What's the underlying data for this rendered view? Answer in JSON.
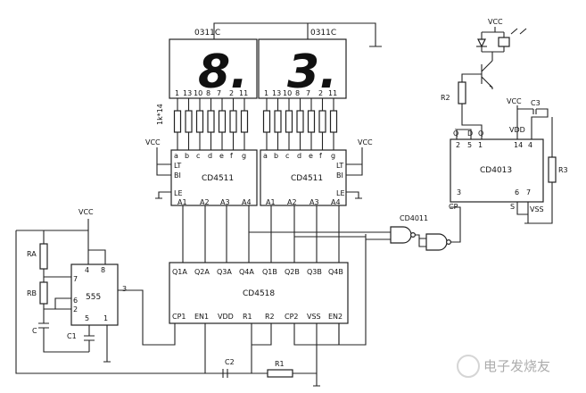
{
  "display_left": {
    "label": "0311C",
    "digit": "8."
  },
  "display_right": {
    "label": "0311C",
    "digit": "3."
  },
  "display_pins": [
    "1",
    "13",
    "10",
    "8",
    "7",
    "2",
    "11"
  ],
  "resistor_array": "1k*14",
  "cd4511_left": {
    "name": "CD4511",
    "pins_top": [
      "a",
      "b",
      "c",
      "d",
      "e",
      "f",
      "g"
    ],
    "pins_side": [
      "LT",
      "BI",
      "LE"
    ],
    "pins_bottom": [
      "A1",
      "A2",
      "A3",
      "A4"
    ],
    "vcc": "VCC"
  },
  "cd4511_right": {
    "name": "CD4511",
    "pins_top": [
      "a",
      "b",
      "c",
      "d",
      "e",
      "f",
      "g"
    ],
    "pins_side": [
      "LT",
      "BI",
      "LE"
    ],
    "pins_bottom": [
      "A1",
      "A2",
      "A3",
      "A4"
    ],
    "vcc": "VCC"
  },
  "cd4518": {
    "name": "CD4518",
    "pins_top": [
      "Q1A",
      "Q2A",
      "Q3A",
      "Q4A",
      "Q1B",
      "Q2B",
      "Q3B",
      "Q4B"
    ],
    "pins_bottom": [
      "CP1",
      "EN1",
      "VDD",
      "R1",
      "R2",
      "CP2",
      "VSS",
      "EN2"
    ]
  },
  "timer555": {
    "name": "555",
    "pins": [
      "4",
      "8",
      "7",
      "6",
      "2",
      "3",
      "5",
      "1"
    ],
    "vcc": "VCC",
    "components": [
      "RA",
      "RB",
      "C",
      "C1"
    ]
  },
  "cd4011": {
    "name": "CD4011"
  },
  "cd4013": {
    "name": "CD4013",
    "pins_top": [
      "Q̄",
      "D",
      "Q"
    ],
    "pin_nums_top": [
      "2",
      "5",
      "1"
    ],
    "vdd": "VDD",
    "pin_nums_right": [
      "14",
      "4"
    ],
    "cp": "CP",
    "pin_cp": "3",
    "s": "S",
    "pin_nums_bottom": [
      "6",
      "7"
    ],
    "vss": "VSS"
  },
  "relay": {
    "vcc": "VCC",
    "r2": "R2",
    "vcc2": "VCC",
    "c3": "C3",
    "r3": "R3"
  },
  "bottom": {
    "c2": "C2",
    "r1": "R1"
  },
  "watermark": "电子发烧友"
}
